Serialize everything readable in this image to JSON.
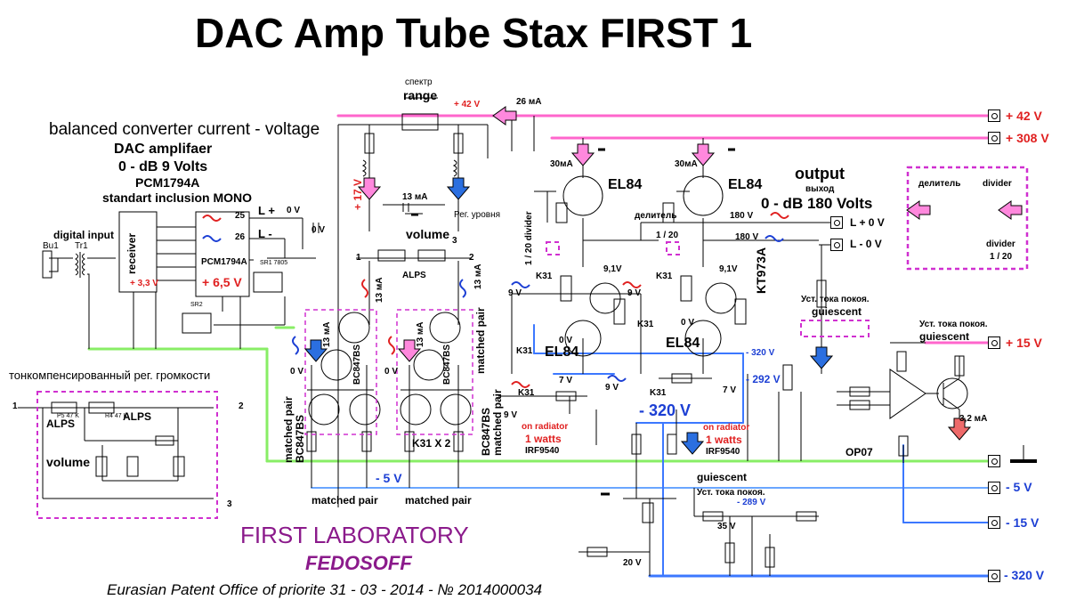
{
  "title": "DAC Amp Tube Stax FIRST 1",
  "left": {
    "converter_title": "balanced converter current - voltage",
    "dac_amp": "DAC amplifaer",
    "dac_level": "0 - dB 9 Volts",
    "chip": "PCM1794A",
    "mode": "standart inclusion MONO",
    "digital_input": "digital input",
    "receiver": "receiver",
    "chip_block": "PCM1794A",
    "plus_33": "+ 3,3 V",
    "plus_65": "+ 6,5 V",
    "pin25": "25",
    "pin26": "26",
    "l_plus": "L +",
    "l_minus": "L -",
    "zero_v_a": "0 V",
    "zero_v_b": "0 V",
    "bu1": "Bu1",
    "tr1": "Tr1",
    "sr1": "SR1\n7805",
    "sr2": "SR2",
    "loudness_title": "тонкомпенсированный рег. громкости",
    "volume": "volume",
    "alps": "ALPS",
    "p5": "P5\n47 K",
    "p4": "R4\n47 K",
    "node1": "1",
    "node2": "2",
    "node3": "3"
  },
  "center": {
    "spektr": "спектр",
    "range": "range",
    "plus_42_top": "+ 42 V",
    "ma26": "26 мА",
    "plus_17": "+ 17 V",
    "ma13_top": "13 мА",
    "reg_level": "Рег. уровня",
    "volume": "volume",
    "alps": "ALPS",
    "n1": "1",
    "n2": "2",
    "n3": "3",
    "ma13_left": "13 мА",
    "ma13_right": "13 мА",
    "ma13_t1": "13 мА",
    "ma13_t5": "13 мА",
    "zero_v_l": "0 V",
    "zero_v_r": "0 V",
    "bc847_l": "BC847BS",
    "bc847_r": "BC847BS",
    "matched_pair_l": "matched pair\nBC847BS",
    "matched_pair_r": "matched pair",
    "k31x2": "K31 X 2",
    "bc847_bot": "BC847BS\nmatched pair",
    "minus_5": "- 5 V",
    "mp_bot_l": "matched pair",
    "mp_bot_r": "matched pair"
  },
  "tubes": {
    "ma30_l": "30мА",
    "ma30_r": "30мА",
    "el84_l": "EL84",
    "el84_r": "EL84",
    "el84_bl": "EL84",
    "el84_br": "EL84",
    "divider_l": "1 / 20 divider",
    "divider_r": "1 / 20",
    "delitel": "делитель",
    "k31_a": "K31",
    "k31_b": "K31",
    "k31_c": "K31",
    "k31_d": "K31",
    "k31_e": "K31",
    "k31_f": "K31",
    "v91_l": "9,1V",
    "v91_r": "9,1V",
    "v9_a": "9 V",
    "v9_b": "9 V",
    "v9_c": "9 V",
    "v9_d": "9 V",
    "v0_l": "0 V",
    "v0_r": "0 V",
    "v7_l": "7 V",
    "v7_r": "7 V",
    "kt973a": "KT973A",
    "v180_a": "180 V",
    "v180_b": "180 V",
    "minus_320_a": "- 320 V",
    "minus_320_big": "- 320 V",
    "minus_292": "- 292 V",
    "on_rad_l": "on radiator",
    "watts_l": "1 watts",
    "irf_l": "IRF9540",
    "on_rad_r": "on radiator",
    "watts_r": "1 watts",
    "irf_r": "IRF9540",
    "guiescent_mid": "guiescent",
    "ust_mid": "Уст. тока покоя.",
    "minus_289": "- 289 V",
    "v35": "35 V",
    "v20": "20 V"
  },
  "output": {
    "title": "output",
    "vyhod": "выход",
    "level": "0 - dB 180 Volts",
    "l_plus": "L + 0 V",
    "l_minus": "L - 0 V",
    "ust_top": "Уст. тока покоя.",
    "guiescent_top": "guiescent",
    "ust_right": "Уст. тока покоя.",
    "guiescent_right": "guiescent",
    "op07": "OP07",
    "ma32": "3,2 мА"
  },
  "divider_box": {
    "delitel": "делитель",
    "divider": "divider",
    "divider2": "divider",
    "ratio": "1 / 20"
  },
  "rails": {
    "p42": "+ 42 V",
    "p308": "+ 308 V",
    "p15": "+ 15 V",
    "m5": "- 5 V",
    "m15": "- 15 V",
    "m320": "- 320 V"
  },
  "footer": {
    "lab": "FIRST LABORATORY",
    "author": "FEDOSOFF",
    "patent": "Eurasian Patent Office of priorite 31 - 03 - 2014 - № 2014000034"
  },
  "colors": {
    "red_label": "#e02020",
    "blue_label": "#1c3fd4",
    "pink_rail": "#ff66cc",
    "green_rail": "#88ee66",
    "blue_rail": "#3c78ff",
    "dashed_box": "#d030d0",
    "arrow_pink": "#ff88dd",
    "arrow_blue": "#2b6fe0",
    "arrow_red": "#ee6a6a",
    "footer_purple": "#8b1a8b"
  }
}
